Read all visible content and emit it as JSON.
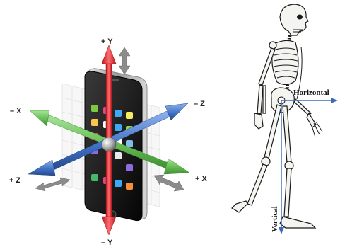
{
  "phone_axes": {
    "plus_y": "+ Y",
    "minus_y": "– Y",
    "minus_x": "– X",
    "plus_x": "+ X",
    "minus_z": "– Z",
    "plus_z": "+ Z",
    "colors": {
      "y_axis": "#e0353a",
      "x_axis": "#6cc05a",
      "z_axis": "#3d6fc2",
      "phone_body": "#1c1c1c",
      "reference_lines": "#3b6bb5"
    },
    "icons": [
      "up-down-arrow-icon",
      "left-right-arrow-icon"
    ]
  },
  "skeleton": {
    "horizontal_label": "Horizontal",
    "vertical_label": "Vertical"
  }
}
